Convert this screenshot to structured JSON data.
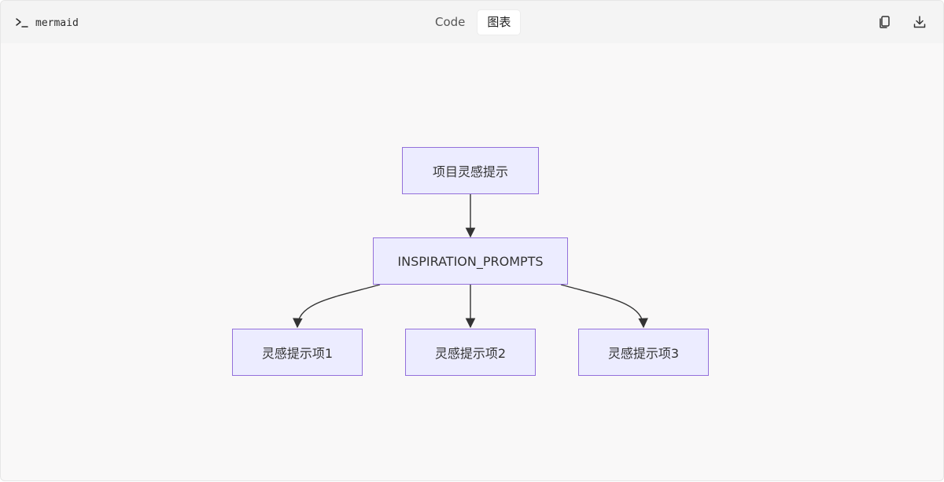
{
  "header": {
    "app_label": "mermaid",
    "tabs": [
      {
        "label": "Code",
        "active": false
      },
      {
        "label": "图表",
        "active": true
      }
    ],
    "actions": [
      {
        "icon": "copy-icon"
      },
      {
        "icon": "download-icon"
      }
    ]
  },
  "diagram": {
    "type": "flowchart-top-down",
    "nodes": [
      {
        "id": "root",
        "label": "项目灵感提示"
      },
      {
        "id": "prompts",
        "label": "INSPIRATION_PROMPTS"
      },
      {
        "id": "item1",
        "label": "灵感提示项1"
      },
      {
        "id": "item2",
        "label": "灵感提示项2"
      },
      {
        "id": "item3",
        "label": "灵感提示项3"
      }
    ],
    "edges": [
      {
        "from": "root",
        "to": "prompts"
      },
      {
        "from": "prompts",
        "to": "item1"
      },
      {
        "from": "prompts",
        "to": "item2"
      },
      {
        "from": "prompts",
        "to": "item3"
      }
    ],
    "colors": {
      "node_fill": "#ececff",
      "node_border": "#9370db",
      "edge": "#333333",
      "background": "#f9f8f8"
    }
  }
}
